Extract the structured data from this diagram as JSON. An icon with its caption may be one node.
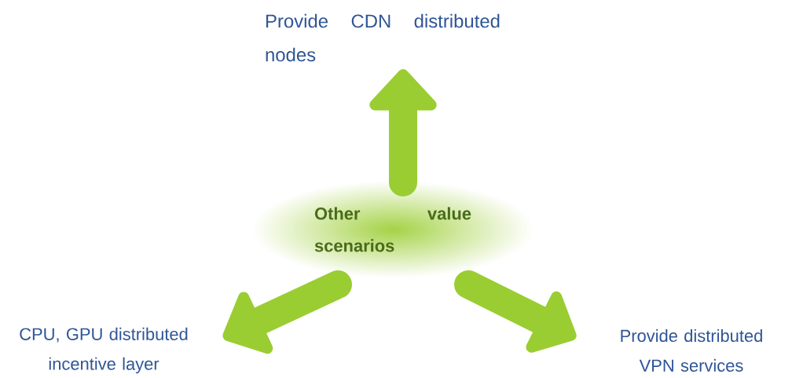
{
  "diagram": {
    "nodes": [
      {
        "text": [
          "Other value scenarios"
        ]
      },
      {
        "text": [
          "Provide CDN distributed nodes"
        ]
      },
      {
        "text": [
          "CPU, GPU distributed incentive layer"
        ]
      },
      {
        "text": [
          "Provide distributed VPN services"
        ]
      }
    ],
    "edges": [
      {
        "from": 0,
        "to": 1,
        "arrow": "to"
      },
      {
        "from": 0,
        "to": 2,
        "arrow": "to"
      },
      {
        "from": 0,
        "to": 3,
        "arrow": "to"
      }
    ]
  }
}
